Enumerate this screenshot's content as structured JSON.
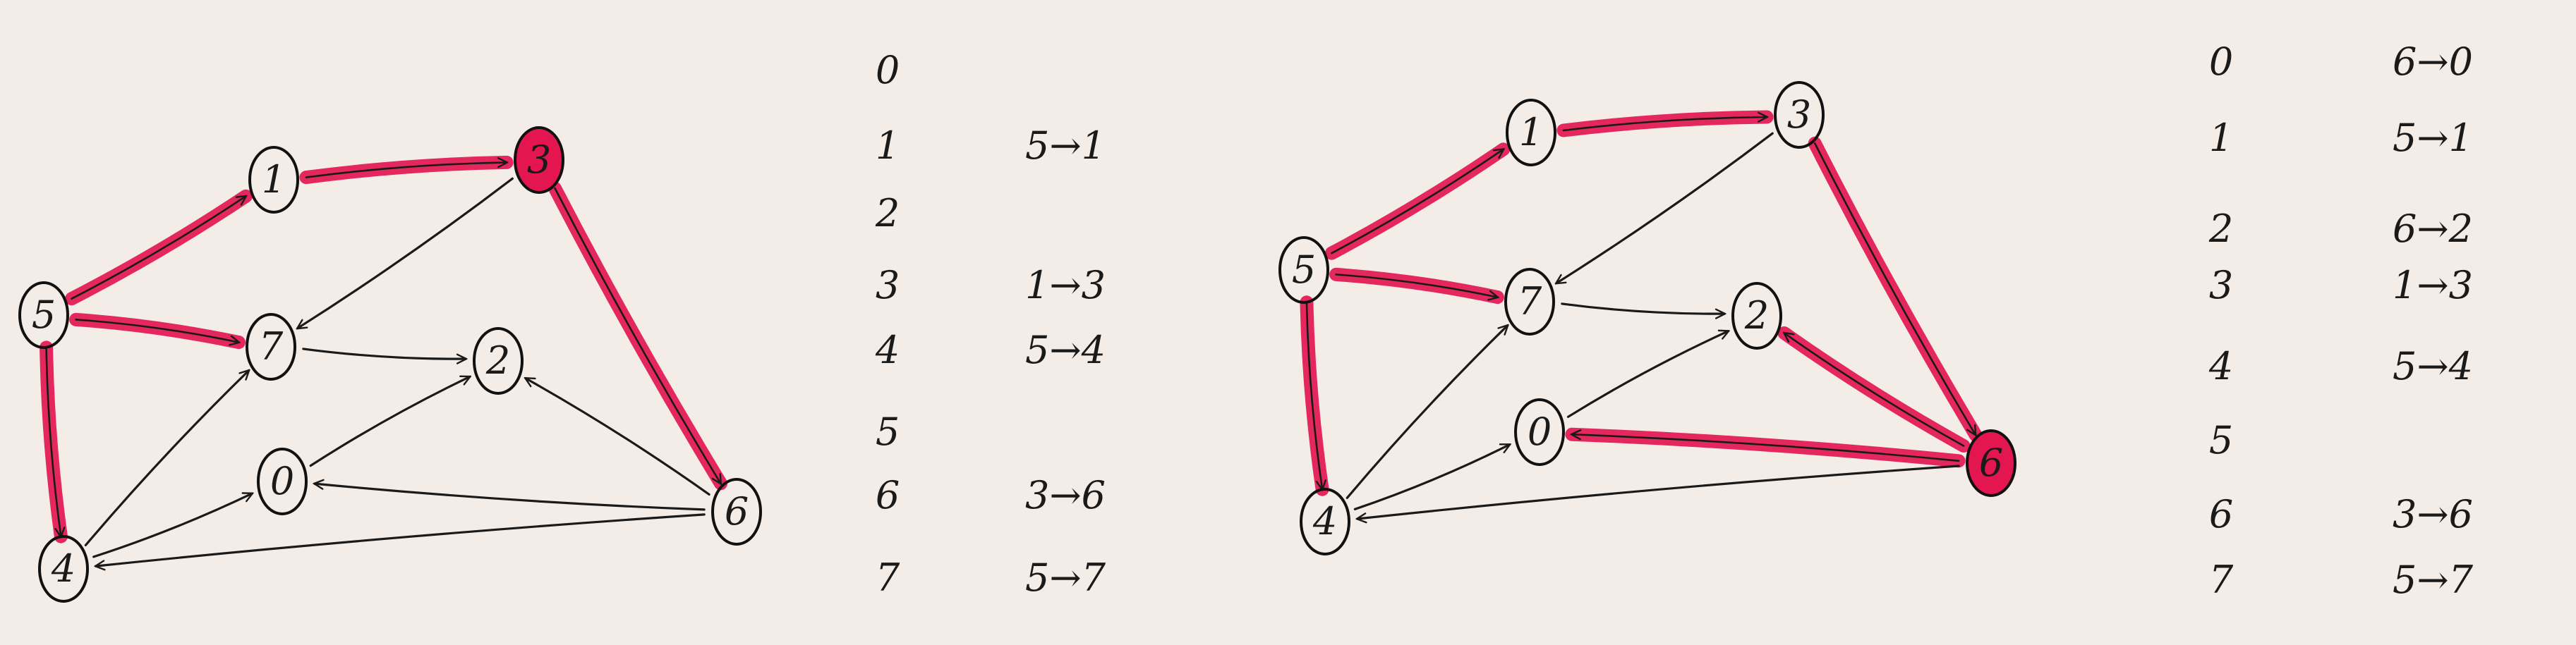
{
  "colors": {
    "background": "#f4ece6",
    "highlight": "#e3164f",
    "ink": "#1a1a1a"
  },
  "diagrams": [
    {
      "id": "left",
      "nodes": [
        {
          "id": "0",
          "label": "0"
        },
        {
          "id": "1",
          "label": "1"
        },
        {
          "id": "2",
          "label": "2"
        },
        {
          "id": "3",
          "label": "3",
          "highlight": true
        },
        {
          "id": "4",
          "label": "4"
        },
        {
          "id": "5",
          "label": "5"
        },
        {
          "id": "6",
          "label": "6"
        },
        {
          "id": "7",
          "label": "7"
        }
      ],
      "edges": [
        {
          "from": "5",
          "to": "1",
          "highlight": true
        },
        {
          "from": "5",
          "to": "7",
          "highlight": true
        },
        {
          "from": "5",
          "to": "4",
          "highlight": true
        },
        {
          "from": "1",
          "to": "3",
          "highlight": true
        },
        {
          "from": "3",
          "to": "6",
          "highlight": true
        },
        {
          "from": "3",
          "to": "7"
        },
        {
          "from": "7",
          "to": "2"
        },
        {
          "from": "4",
          "to": "7"
        },
        {
          "from": "4",
          "to": "0"
        },
        {
          "from": "0",
          "to": "2"
        },
        {
          "from": "6",
          "to": "2"
        },
        {
          "from": "6",
          "to": "0"
        },
        {
          "from": "6",
          "to": "4"
        }
      ],
      "table": {
        "vertices": [
          "0",
          "1",
          "2",
          "3",
          "4",
          "5",
          "6",
          "7"
        ],
        "parents": [
          "",
          "5→1",
          "",
          "1→3",
          "5→4",
          "",
          "3→6",
          "5→7"
        ]
      }
    },
    {
      "id": "right",
      "nodes": [
        {
          "id": "0",
          "label": "0"
        },
        {
          "id": "1",
          "label": "1"
        },
        {
          "id": "2",
          "label": "2"
        },
        {
          "id": "3",
          "label": "3"
        },
        {
          "id": "4",
          "label": "4"
        },
        {
          "id": "5",
          "label": "5"
        },
        {
          "id": "6",
          "label": "6",
          "highlight": true
        },
        {
          "id": "7",
          "label": "7"
        }
      ],
      "edges": [
        {
          "from": "5",
          "to": "1",
          "highlight": true
        },
        {
          "from": "5",
          "to": "7",
          "highlight": true
        },
        {
          "from": "5",
          "to": "4",
          "highlight": true
        },
        {
          "from": "1",
          "to": "3",
          "highlight": true
        },
        {
          "from": "3",
          "to": "6",
          "highlight": true
        },
        {
          "from": "6",
          "to": "2",
          "highlight": true
        },
        {
          "from": "6",
          "to": "0",
          "highlight": true
        },
        {
          "from": "3",
          "to": "7"
        },
        {
          "from": "7",
          "to": "2"
        },
        {
          "from": "4",
          "to": "7"
        },
        {
          "from": "4",
          "to": "0"
        },
        {
          "from": "0",
          "to": "2"
        },
        {
          "from": "6",
          "to": "4"
        }
      ],
      "table": {
        "vertices": [
          "0",
          "1",
          "2",
          "3",
          "4",
          "5",
          "6",
          "7"
        ],
        "parents": [
          "6→0",
          "5→1",
          "6→2",
          "1→3",
          "5→4",
          "",
          "3→6",
          "5→7"
        ]
      }
    }
  ]
}
